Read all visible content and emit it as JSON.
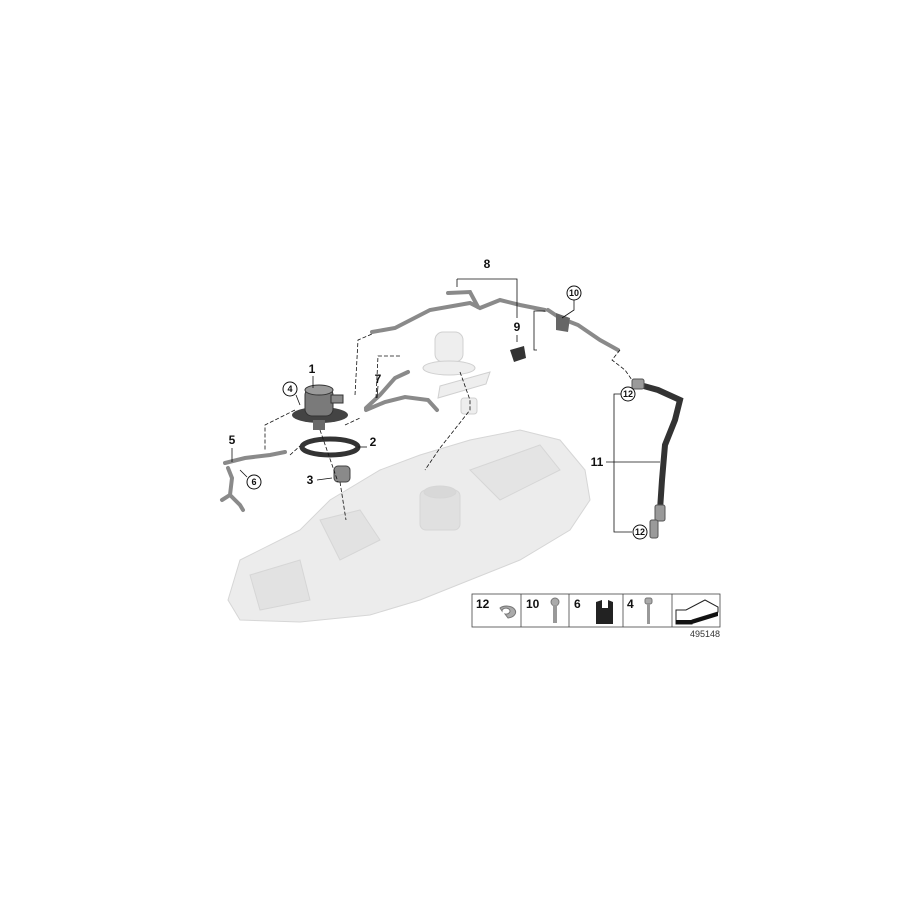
{
  "diagram": {
    "callouts": [
      {
        "id": "8",
        "label": "8",
        "circled": false
      },
      {
        "id": "9",
        "label": "9",
        "circled": false
      },
      {
        "id": "10",
        "label": "10",
        "circled": true
      },
      {
        "id": "1",
        "label": "1",
        "circled": false
      },
      {
        "id": "4",
        "label": "4",
        "circled": true
      },
      {
        "id": "7",
        "label": "7",
        "circled": false
      },
      {
        "id": "2",
        "label": "2",
        "circled": false
      },
      {
        "id": "3",
        "label": "3",
        "circled": false
      },
      {
        "id": "5",
        "label": "5",
        "circled": false
      },
      {
        "id": "6",
        "label": "6",
        "circled": true
      },
      {
        "id": "12a",
        "label": "12",
        "circled": true
      },
      {
        "id": "11",
        "label": "11",
        "circled": false
      },
      {
        "id": "12b",
        "label": "12",
        "circled": true
      }
    ],
    "legend": [
      {
        "label": "12",
        "icon": "clip-ring-icon"
      },
      {
        "label": "10",
        "icon": "screw-icon"
      },
      {
        "label": "6",
        "icon": "bracket-clip-icon"
      },
      {
        "label": "4",
        "icon": "bolt-icon"
      },
      {
        "label": "",
        "icon": "arrow-direction-icon"
      }
    ],
    "reference_number": "495148",
    "colors": {
      "part": "#8a8a8a",
      "part_dark": "#3a3a3a",
      "engine_ghost": "#e6e6e6",
      "line": "#111111"
    }
  }
}
